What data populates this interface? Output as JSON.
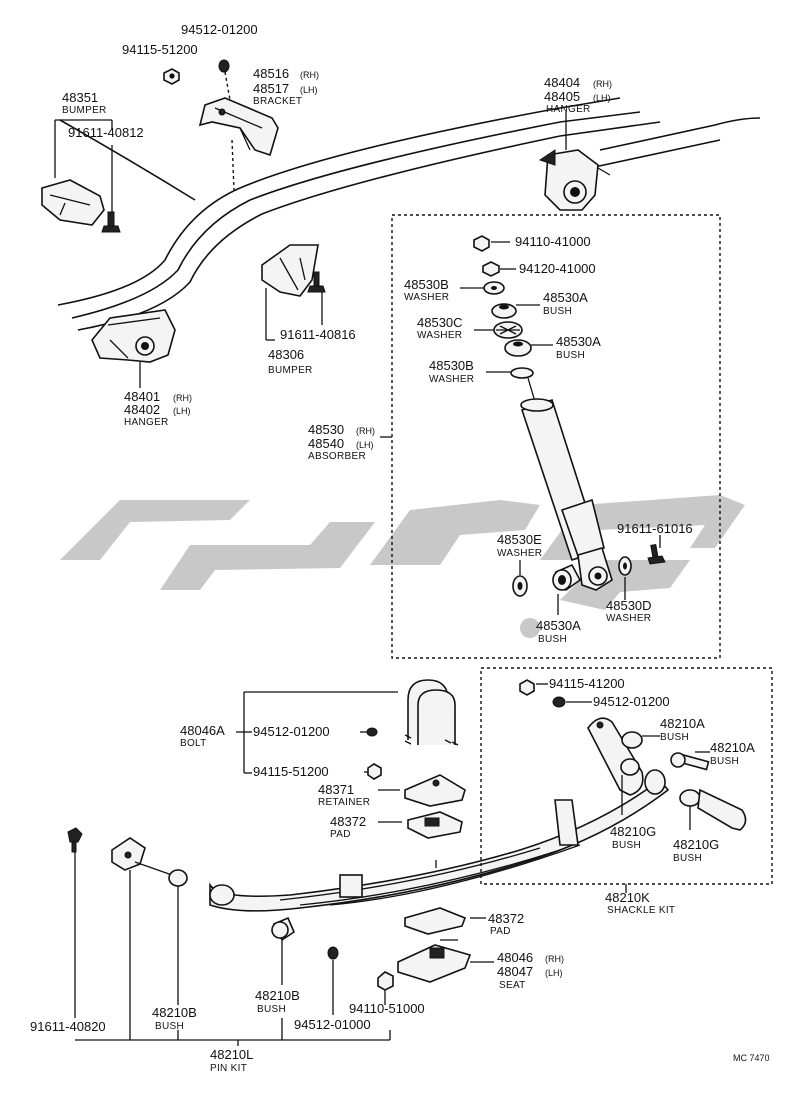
{
  "labels": {
    "p_94512_01200_top": "94512-01200",
    "p_94115_51200_top": "94115-51200",
    "p_48516": "48516",
    "p_48517": "48517",
    "rh": "(RH)",
    "lh": "(LH)",
    "n_bracket": "BRACKET",
    "p_48351": "48351",
    "n_bumper": "BUMPER",
    "p_91611_40812": "91611-40812",
    "p_48404": "48404",
    "p_48405": "48405",
    "n_hanger": "HANGER",
    "p_94110_41000": "94110-41000",
    "p_94120_41000": "94120-41000",
    "p_48530B": "48530B",
    "n_washer": "WASHER",
    "p_48530A": "48530A",
    "n_bush": "BUSH",
    "p_48530C": "48530C",
    "p_91611_40816": "91611-40816",
    "p_48306": "48306",
    "p_48401": "48401",
    "p_48402": "48402",
    "p_48530": "48530",
    "p_48540": "48540",
    "n_absorber": "ABSORBER",
    "p_91611_61016": "91611-61016",
    "p_48530E": "48530E",
    "p_48530D": "48530D",
    "p_94115_41200": "94115-41200",
    "p_94512_01200_mid": "94512-01200",
    "p_48210A": "48210A",
    "p_48046A": "48046A",
    "n_bolt": "BOLT",
    "p_94512_01200_bolt": "94512-01200",
    "p_94115_51200_bolt": "94115-51200",
    "p_48371": "48371",
    "n_retainer": "RETAINER",
    "p_48372": "48372",
    "n_pad": "PAD",
    "p_48210G": "48210G",
    "p_48210K": "48210K",
    "n_shackle_kit": "SHACKLE KIT",
    "p_48046": "48046",
    "p_48047": "48047",
    "n_seat": "SEAT",
    "p_91611_40820": "91611-40820",
    "p_48210B": "48210B",
    "p_94512_01000": "94512-01000",
    "p_94110_51000": "94110-51000",
    "p_48210L": "48210L",
    "n_pin_kit": "PIN KIT",
    "code": "MC 7470"
  },
  "icons": [
    "bolt-icon",
    "nut-icon",
    "washer-icon",
    "bush-icon",
    "watermark-logo"
  ]
}
